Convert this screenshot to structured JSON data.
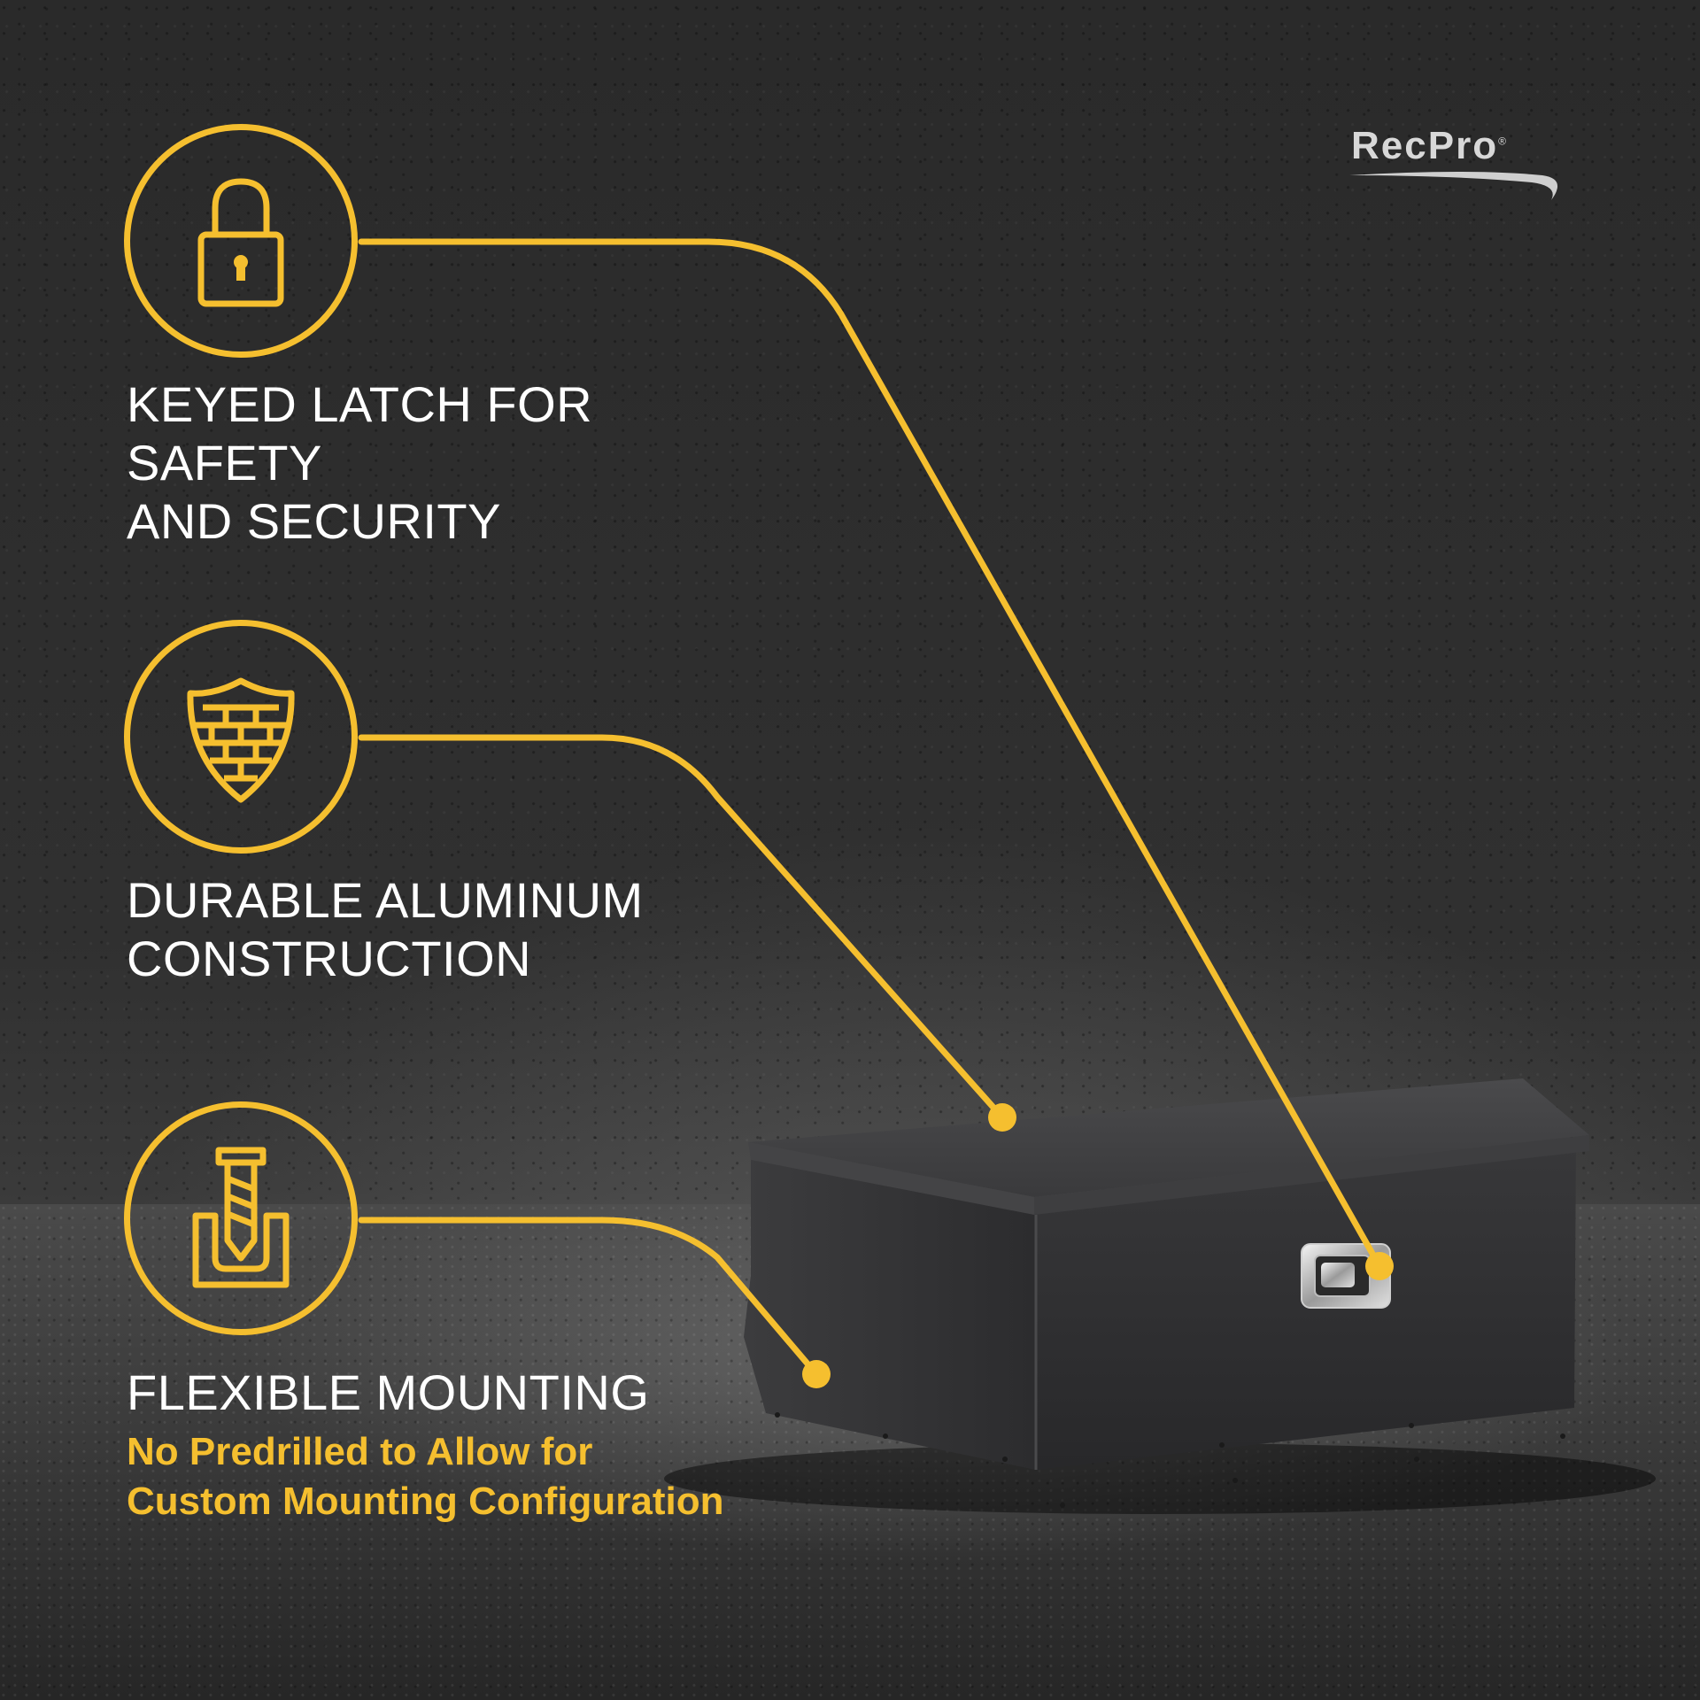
{
  "brand": {
    "logo_text": "RecPro",
    "registered_mark": "®"
  },
  "colors": {
    "accent": "#f5bf2f",
    "title_text": "#ffffff",
    "background": "#2b2b2b",
    "box": "#2f2f31"
  },
  "features": [
    {
      "icon": "padlock-icon",
      "title_line1": "KEYED LATCH FOR SAFETY",
      "title_line2": "AND SECURITY"
    },
    {
      "icon": "brick-shield-icon",
      "title_line1": "DURABLE ALUMINUM",
      "title_line2": "CONSTRUCTION"
    },
    {
      "icon": "screw-mount-icon",
      "title_line1": "FLEXIBLE MOUNTING",
      "description_line1": "No Predrilled to Allow for",
      "description_line2": "Custom Mounting Configuration"
    }
  ],
  "product": {
    "name": "aluminum-tongue-box",
    "latch": "chrome-paddle-latch"
  }
}
